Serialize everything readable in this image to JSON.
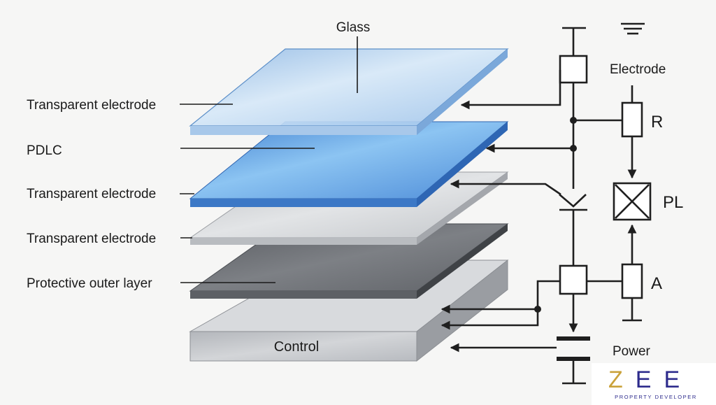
{
  "labels": {
    "glass": "Glass",
    "transparent_electrode_top": "Transparent electrode",
    "pdlc": "PDLC",
    "transparent_electrode_mid": "Transparent electrode",
    "transparent_electrode_low": "Transparent electrode",
    "protective_outer_layer": "Protective outer layer",
    "control": "Control",
    "electrode": "Electrode",
    "r": "R",
    "pl": "PL",
    "a": "A",
    "power": "Power"
  },
  "logo": {
    "letters": [
      "Z",
      "E",
      "E"
    ],
    "tagline": "PROPERTY DEVELOPER",
    "colors": {
      "accent": "#caa23a",
      "brand": "#2d2b8c"
    }
  },
  "colors": {
    "glass": "#aacbec",
    "pdlc": "#5b95d8",
    "electrode": "#d2d4d7",
    "protective": "#6d7075",
    "control": "#c4c7cb",
    "background": "#f6f6f5"
  }
}
